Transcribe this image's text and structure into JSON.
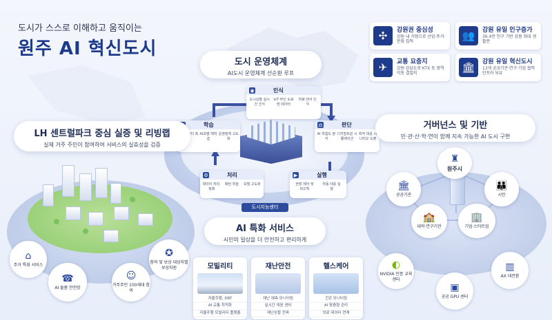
{
  "header": {
    "subtitle": "도시가 스스로 이해하고 움직이는",
    "title": "원주 AI 혁신도시"
  },
  "features": [
    {
      "title": "강원권 중심성",
      "desc": "강원 내 거점으로 산업·주거·문화 집적",
      "icon": "grid-network-icon"
    },
    {
      "title": "강원 유일 인구증가",
      "desc": "36.4만 인구 기반 강원 최대 생활권",
      "icon": "people-icon"
    },
    {
      "title": "교통 요충지",
      "desc": "강원·강남도로·KTX 등 광역 이동 결절지",
      "icon": "airplane-icon"
    },
    {
      "title": "강원 유일 혁신도시",
      "desc": "13개 공공기관·연구·기업 협력 인프라 보유",
      "icon": "government-building-icon"
    }
  ],
  "operation": {
    "title": "도시 운영체계",
    "desc": "AI도시 운영체계 선순환 루프",
    "center_label": "도시지능센터",
    "modules": [
      {
        "key": "recognize",
        "title": "인식",
        "items": [
          "도시상황 실시간 인식",
          "IoT·무인 도로망 데이터",
          "차량·센서 인식"
        ]
      },
      {
        "key": "learn",
        "title": "학습",
        "items": [
          "실증데이터 축적",
          "AI모델 재학습",
          "운영정책 고도화"
        ]
      },
      {
        "key": "judge",
        "title": "판단",
        "items": [
          "AI 위험도 분석",
          "디지털트윈 시뮬레이션",
          "최적 대응 시나리오 도출"
        ]
      },
      {
        "key": "process",
        "title": "처리",
        "items": [
          "데이터 처리·정제",
          "패턴 학습",
          "모델 고도화"
        ]
      },
      {
        "key": "execute",
        "title": "실행",
        "items": [
          "현장 제어 및 피드백",
          "자동 대응 실행"
        ]
      }
    ]
  },
  "lh": {
    "title": "LH 센트럴파크 중심 실증 및 리빙랩",
    "desc": "실제 거주 주민이 참여하여 서비스의 실효성을 검증",
    "circles": [
      {
        "label": "주거 특화 서비스",
        "icon": "house-icon"
      },
      {
        "label": "AI 돌봄 안전망",
        "icon": "phone-care-icon"
      },
      {
        "label": "거주주민 100세대 참여",
        "icon": "group-icon"
      },
      {
        "label": "참여 및 보상 대상자별 보상지원",
        "icon": "medal-icon"
      }
    ]
  },
  "services": {
    "title": "AI 특화 서비스",
    "desc": "시민의 일상을 더 안전하고 편리하게",
    "cards": [
      {
        "title": "모빌리티",
        "items": [
          "자율주행, DRT",
          "AI 교통 최적화",
          "자율주행 모빌리티 플랫폼"
        ]
      },
      {
        "title": "재난안전",
        "items": [
          "재난 예측·모니터링",
          "실시간 대응 센터",
          "재난상황 전파"
        ]
      },
      {
        "title": "헬스케어",
        "items": [
          "건강 모니터링",
          "AI 맞춤형 관리",
          "의료 데이터 연계"
        ]
      }
    ]
  },
  "governance": {
    "title": "거버넌스 및 기반",
    "desc": "민·관·산·학·연이 함께 지속 가능한 AI 도시 구현",
    "nodes": [
      {
        "label": "원주시",
        "icon": "city-tower-icon"
      },
      {
        "label": "공공기관",
        "icon": "bank-icon"
      },
      {
        "label": "시민",
        "icon": "citizens-icon"
      },
      {
        "label": "대학·연구기관",
        "icon": "university-icon"
      },
      {
        "label": "기업·스타트업",
        "icon": "office-icon"
      },
      {
        "label": "NVIDIA 인증 교육센터",
        "icon": "nvidia-logo-icon"
      },
      {
        "label": "공공 GPU 센터",
        "icon": "gpu-chip-icon"
      },
      {
        "label": "AX 대전환",
        "icon": "skyline-icon"
      }
    ]
  },
  "colors": {
    "primary": "#1e3a8a",
    "accent": "#2c4a9e",
    "bg": "#eef2fa"
  }
}
